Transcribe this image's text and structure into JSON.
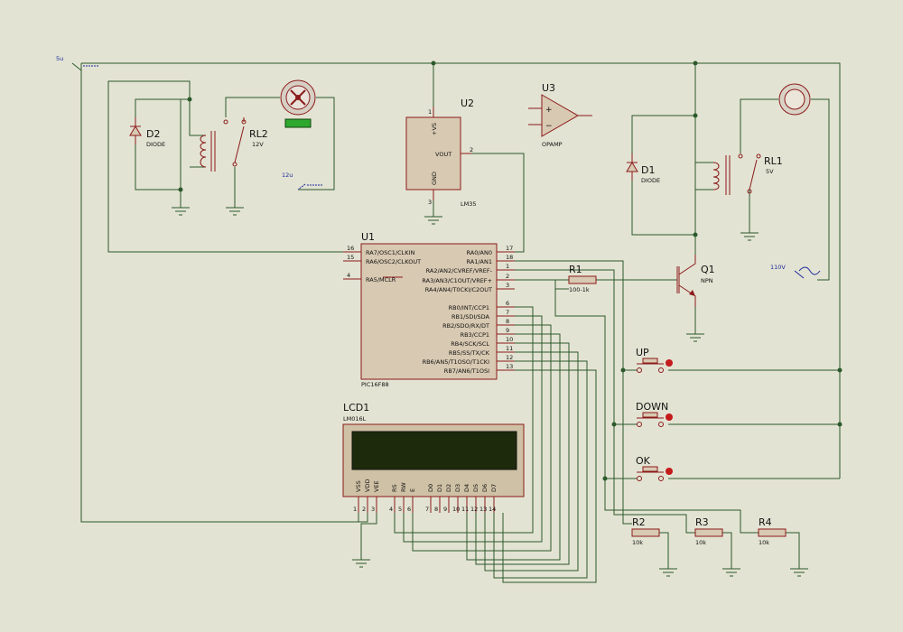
{
  "power": {
    "v5": "5u",
    "v12": "12u",
    "v110": "110V"
  },
  "u1": {
    "ref": "U1",
    "value": "PIC16F88",
    "left_pins": [
      {
        "num": "16",
        "name": "RA7/OSC1/CLKIN"
      },
      {
        "num": "15",
        "name": "RA6/OSC2/CLKOUT"
      },
      {
        "num": "4",
        "name": "RA5/MCLR"
      }
    ],
    "right_a": [
      {
        "num": "17",
        "name": "RA0/AN0"
      },
      {
        "num": "18",
        "name": "RA1/AN1"
      },
      {
        "num": "1",
        "name": "RA2/AN2/CVREF/VREF-"
      },
      {
        "num": "2",
        "name": "RA3/AN3/C1OUT/VREF+"
      },
      {
        "num": "3",
        "name": "RA4/AN4/T0CKI/C2OUT"
      }
    ],
    "right_b": [
      {
        "num": "6",
        "name": "RB0/INT/CCP1"
      },
      {
        "num": "7",
        "name": "RB1/SDI/SDA"
      },
      {
        "num": "8",
        "name": "RB2/SDO/RX/DT"
      },
      {
        "num": "9",
        "name": "RB3/CCP1"
      },
      {
        "num": "10",
        "name": "RB4/SCK/SCL"
      },
      {
        "num": "11",
        "name": "RB5/SS/TX/CK"
      },
      {
        "num": "12",
        "name": "RB6/AN5/T1OSO/T1CKI"
      },
      {
        "num": "13",
        "name": "RB7/AN6/T1OSI"
      }
    ]
  },
  "u2": {
    "ref": "U2",
    "value": "LM35",
    "vs": "+VS",
    "vout": "VOUT",
    "gnd": "GND",
    "pin_vs": "1",
    "pin_vout": "2",
    "pin_gnd": "3"
  },
  "u3": {
    "ref": "U3",
    "value": "OPAMP"
  },
  "lcd": {
    "ref": "LCD1",
    "value": "LM016L",
    "pins": [
      {
        "num": "1",
        "name": "VSS"
      },
      {
        "num": "2",
        "name": "VDD"
      },
      {
        "num": "3",
        "name": "VEE"
      },
      {
        "num": "4",
        "name": "RS"
      },
      {
        "num": "5",
        "name": "RW"
      },
      {
        "num": "6",
        "name": "E"
      },
      {
        "num": "7",
        "name": "D0"
      },
      {
        "num": "8",
        "name": "D1"
      },
      {
        "num": "9",
        "name": "D2"
      },
      {
        "num": "10",
        "name": "D3"
      },
      {
        "num": "11",
        "name": "D4"
      },
      {
        "num": "12",
        "name": "D5"
      },
      {
        "num": "13",
        "name": "D6"
      },
      {
        "num": "14",
        "name": "D7"
      }
    ]
  },
  "d2": {
    "ref": "D2",
    "value": "DIODE"
  },
  "d1": {
    "ref": "D1",
    "value": "DIODE"
  },
  "rl2": {
    "ref": "RL2",
    "value": "12V"
  },
  "rl1": {
    "ref": "RL1",
    "value": "5V"
  },
  "q1": {
    "ref": "Q1",
    "value": "NPN"
  },
  "r1": {
    "ref": "R1",
    "value": "100-1k"
  },
  "r2": {
    "ref": "R2",
    "value": "10k"
  },
  "r3": {
    "ref": "R3",
    "value": "10k"
  },
  "r4": {
    "ref": "R4",
    "value": "10k"
  },
  "buttons": {
    "up": "UP",
    "down": "DOWN",
    "ok": "OK"
  }
}
